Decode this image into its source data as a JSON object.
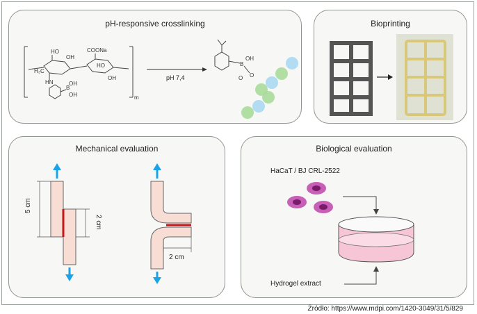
{
  "panels": {
    "crosslinking": {
      "title": "pH-responsive crosslinking",
      "condition": "pH 7,4",
      "chem": {
        "coona": "COONa",
        "ho1": "HO",
        "ho2": "HO",
        "oh1": "OH",
        "oh2": "OH",
        "oh3": "OH",
        "oh4": "OH",
        "h3c": "H₃C",
        "hn": "HN",
        "o1": "O",
        "o2": "O",
        "b": "B",
        "n": "m",
        "b2": "B",
        "oh_b": "OH"
      }
    },
    "bioprinting": {
      "title": "Bioprinting"
    },
    "mechanical": {
      "title": "Mechanical evaluation",
      "dim_5cm": "5 cm",
      "dim_2cm_a": "2 cm",
      "dim_2cm_b": "2 cm"
    },
    "biological": {
      "title": "Biological evaluation",
      "cells_label": "HaCaT / BJ CRL-2522",
      "extract_label": "Hydrogel extract"
    }
  },
  "source": "Źródło: https://www.mdpi.com/1420-3049/31/5/829",
  "colors": {
    "arrow_blue": "#1aa3e8",
    "sample_fill": "#f7ddd3",
    "glue_red": "#c4161c",
    "cell_outer": "#c85fb7",
    "cell_inner": "#7a1a6b",
    "medium_pink": "#f7c6d6",
    "bead_green": "#a8dc9a",
    "bead_blue": "#a9d8f2"
  }
}
